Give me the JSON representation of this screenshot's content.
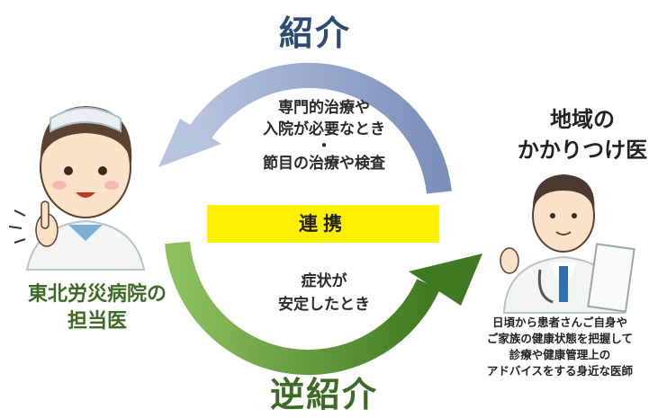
{
  "titles": {
    "top": "紹介",
    "bottom": "逆紹介"
  },
  "upper_arrow_text": {
    "line1": "専門的治療や",
    "line2": "入院が必要なとき",
    "sep": "・",
    "line3": "節目の治療や検査"
  },
  "lower_arrow_text": {
    "line1": "症状が",
    "line2": "安定したとき"
  },
  "center_label": "連携",
  "left_party": {
    "line1": "東北労災病院の",
    "line2": "担当医"
  },
  "right_party": {
    "line1": "地域の",
    "line2": "かかりつけ医"
  },
  "right_description": {
    "line1": "日頃から患者さんご自身や",
    "line2": "ご家族の健康状態を把握して",
    "line3": "診療や健康管理上の",
    "line4": "アドバイスをする身近な医師"
  },
  "colors": {
    "upper_arrow": "#8da0c6",
    "lower_arrow": "#4f8a2c",
    "center_band": "#ffef00",
    "title_top": "#2b4b74",
    "title_bottom": "#3d6b25"
  }
}
